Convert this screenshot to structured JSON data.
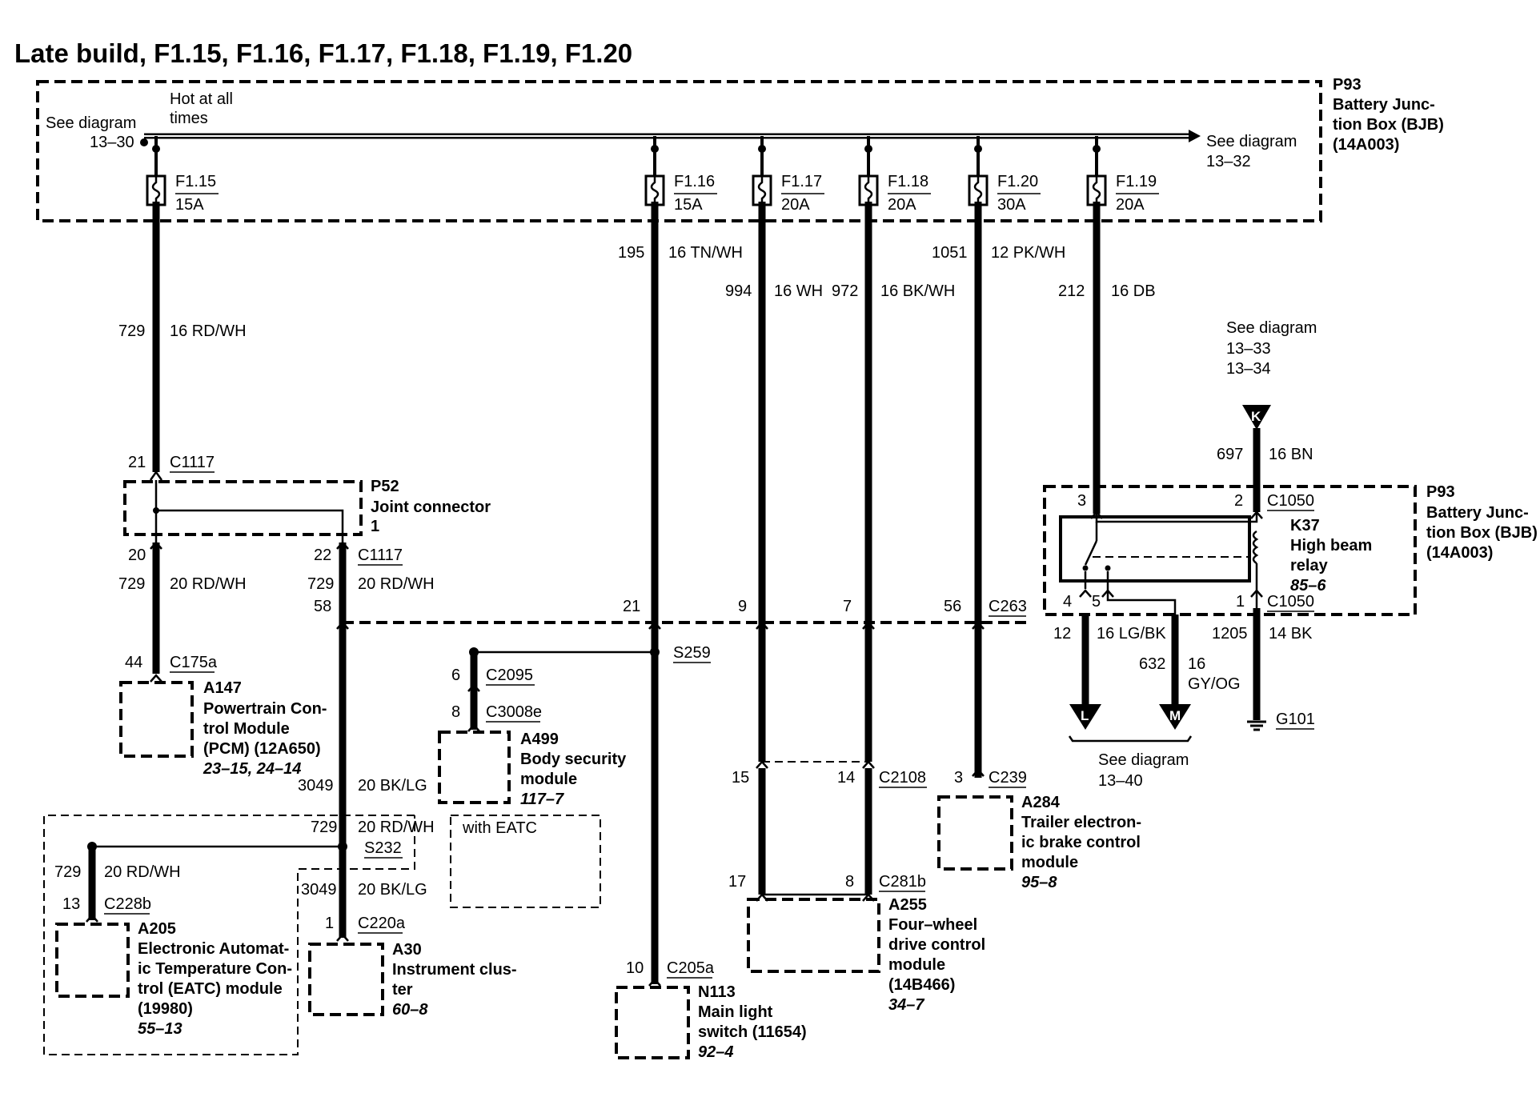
{
  "title": "Late build, F1.15, F1.16, F1.17, F1.18, F1.19, F1.20",
  "bjb_top": {
    "id": "P93",
    "line1": "Battery Junc-",
    "line2": "tion Box (BJB)",
    "line3": "(14A003)"
  },
  "bus": {
    "hot_line1": "Hot at all",
    "hot_line2": "times",
    "left_ref1": "See diagram",
    "left_ref2": "13–30",
    "right_ref1": "See diagram",
    "right_ref2": "13–32"
  },
  "fuses": {
    "f115": {
      "name": "F1.15",
      "rating": "15A"
    },
    "f116": {
      "name": "F1.16",
      "rating": "15A"
    },
    "f117": {
      "name": "F1.17",
      "rating": "20A"
    },
    "f118": {
      "name": "F1.18",
      "rating": "20A"
    },
    "f120": {
      "name": "F1.20",
      "rating": "30A"
    },
    "f119": {
      "name": "F1.19",
      "rating": "20A"
    }
  },
  "circuits": {
    "w729a": {
      "num": "729",
      "color": "16 RD/WH"
    },
    "w195": {
      "num": "195",
      "color": "16 TN/WH"
    },
    "w994": {
      "num": "994",
      "color": "16 WH"
    },
    "w972": {
      "num": "972",
      "color": "16 BK/WH"
    },
    "w1051": {
      "num": "1051",
      "color": "12 PK/WH"
    },
    "w212": {
      "num": "212",
      "color": "16 DB"
    },
    "w697": {
      "num": "697",
      "color": "16 BN"
    },
    "w729b": {
      "num": "729",
      "color": "20 RD/WH"
    },
    "w729c": {
      "num": "729",
      "color": "20 RD/WH"
    },
    "w3049a": {
      "num": "3049",
      "color": "20 BK/LG"
    },
    "w729d": {
      "num": "729",
      "color": "20 RD/WH"
    },
    "w729e": {
      "num": "729",
      "color": "20 RD/WH"
    },
    "w3049b": {
      "num": "3049",
      "color": "20 BK/LG"
    },
    "w12": {
      "num": "12",
      "color": "16 LG/BK"
    },
    "w632": {
      "num": "632",
      "color1": "16",
      "color2": "GY/OG"
    },
    "w1205": {
      "num": "1205",
      "color": "14 BK"
    }
  },
  "connectors": {
    "c1117a": {
      "pin": "21",
      "name": "C1117"
    },
    "c1117b_l": {
      "pin": "20"
    },
    "c1117b_r": {
      "pin": "22",
      "name": "C1117"
    },
    "c175a": {
      "pin": "44",
      "name": "C175a"
    },
    "c263": {
      "pins": [
        "58",
        "21",
        "9",
        "7",
        "56"
      ],
      "name": "C263"
    },
    "c2095": {
      "pin": "6",
      "name": "C2095"
    },
    "c3008e": {
      "pin": "8",
      "name": "C3008e"
    },
    "c228b": {
      "pin": "13",
      "name": "C228b"
    },
    "c220a": {
      "pin": "1",
      "name": "C220a"
    },
    "c205a": {
      "pin": "10",
      "name": "C205a"
    },
    "c2108": {
      "pin_l": "15",
      "pin_r": "14",
      "name": "C2108"
    },
    "c281b": {
      "pin_l": "17",
      "pin_r": "8",
      "name": "C281b"
    },
    "c239": {
      "pin": "3",
      "name": "C239"
    },
    "c1050_top": {
      "pin_l": "3",
      "pin_r": "2",
      "name": "C1050"
    },
    "c1050_bot": {
      "pin_4": "4",
      "pin_5": "5",
      "pin_1": "1",
      "name": "C1050"
    }
  },
  "splices": {
    "s259": "S259",
    "s232": "S232",
    "g101": "G101"
  },
  "components": {
    "p52": {
      "id": "P52",
      "line1": "Joint connector",
      "line2": "1"
    },
    "a147": {
      "id": "A147",
      "line1": "Powertrain Con-",
      "line2": "trol Module",
      "line3": "(PCM) (12A650)",
      "ref": "23–15, 24–14"
    },
    "a499": {
      "id": "A499",
      "line1": "Body security",
      "line2": "module",
      "ref": "117–7"
    },
    "eatc_group": {
      "label": "with EATC"
    },
    "a205": {
      "id": "A205",
      "line1": "Electronic Automat-",
      "line2": "ic Temperature Con-",
      "line3": "trol (EATC) module",
      "line4": "(19980)",
      "ref": "55–13"
    },
    "a30": {
      "id": "A30",
      "line1": "Instrument clus-",
      "line2": "ter",
      "ref": "60–8"
    },
    "n113": {
      "id": "N113",
      "line1": "Main light",
      "line2": "switch (11654)",
      "ref": "92–4"
    },
    "a255": {
      "id": "A255",
      "line1": "Four–wheel",
      "line2": "drive control",
      "line3": "module",
      "line4": "(14B466)",
      "ref": "34–7"
    },
    "a284": {
      "id": "A284",
      "line1": "Trailer electron-",
      "line2": "ic brake control",
      "line3": "module",
      "ref": "95–8"
    },
    "bjb_right": {
      "id": "P93",
      "line1": "Battery Junc-",
      "line2": "tion Box (BJB)",
      "line3": "(14A003)"
    },
    "k37": {
      "id": "K37",
      "line1": "High beam",
      "line2": "relay",
      "ref": "85–6"
    }
  },
  "refs": {
    "k_ref": {
      "line1": "See diagram",
      "line2": "13–33",
      "line3": "13–34",
      "tag": "K"
    },
    "lm_ref": {
      "line1": "See diagram",
      "line2": "13–40",
      "tag_l": "L",
      "tag_m": "M"
    }
  }
}
